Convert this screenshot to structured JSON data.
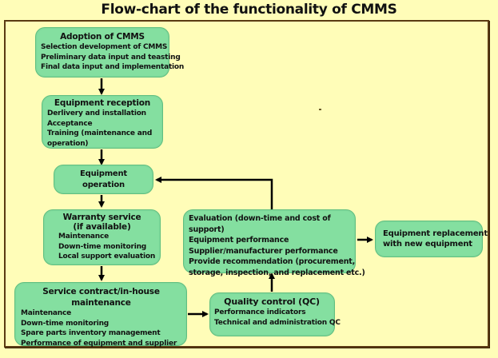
{
  "title": "Flow-chart of the functionality of CMMS",
  "boxes": {
    "adoption": {
      "heading": "Adoption of CMMS",
      "lines": [
        "Selection development of CMMS",
        "Preliminary data input and teasting",
        "Final data input and implementation"
      ]
    },
    "reception": {
      "heading": "Equipment reception",
      "lines": [
        "Derlivery and installation",
        "Acceptance",
        "Training (maintenance and",
        "operation)"
      ]
    },
    "operation": {
      "heading": "Equipment operation"
    },
    "warranty": {
      "heading": "Warranty service",
      "subheading": "(if available)",
      "lines": [
        "Maintenance",
        "Down-time monitoring",
        "Local support evaluation"
      ]
    },
    "service": {
      "heading": "Service contract/in-house maintenance",
      "lines": [
        "Maintenance",
        "Down-time monitoring",
        "Spare parts inventory management",
        "Performance of equipment and supplier"
      ]
    },
    "quality": {
      "heading": "Quality control (QC)",
      "lines": [
        "Performance indicators",
        "Technical and administration QC"
      ]
    },
    "evaluation": {
      "heading": "Evaluation (down-time and cost of support)",
      "lines": [
        "Equipment performance",
        "Supplier/manufacturer performance",
        "Provide recommendation (procurement,",
        "storage, inspection, and replacement etc.)"
      ]
    },
    "replacement": {
      "lines": [
        "Equipment replacement",
        "with new equipment"
      ]
    }
  },
  "colors": {
    "background": "#fffdb8",
    "box_fill": "#84dfa0",
    "frame": "#5a3a12",
    "arrow": "#000000"
  }
}
